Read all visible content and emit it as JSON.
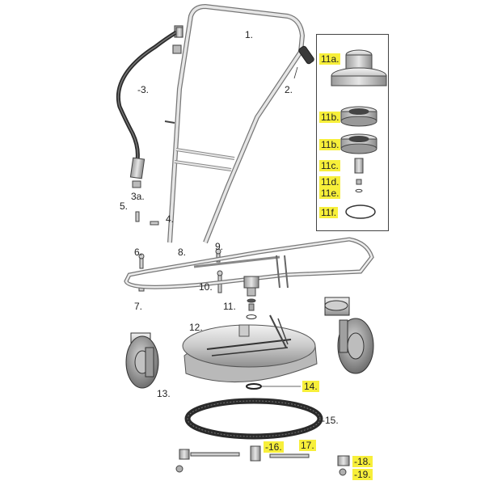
{
  "labels": {
    "l1": "1.",
    "l2": "2.",
    "l3": "-3.",
    "l3a": "3a.",
    "l4": "4.",
    "l5": "5.",
    "l6": "6.",
    "l7": "7.",
    "l8": "8.",
    "l9": "9.",
    "l10": "10.",
    "l11": "11.",
    "l12": "12.",
    "l13": "13.",
    "l14": "14.",
    "l15": "-15.",
    "l16": "-16.",
    "l17": "17.",
    "l18": "-18.",
    "l19": "-19."
  },
  "inset_labels": {
    "l11a": "11a.",
    "l11b1": "11b.",
    "l11b2": "11b.",
    "l11c": "11c.",
    "l11d": "11d.",
    "l11e": "11e.",
    "l11f": "11f."
  },
  "highlight_color": "#f7ef3a"
}
